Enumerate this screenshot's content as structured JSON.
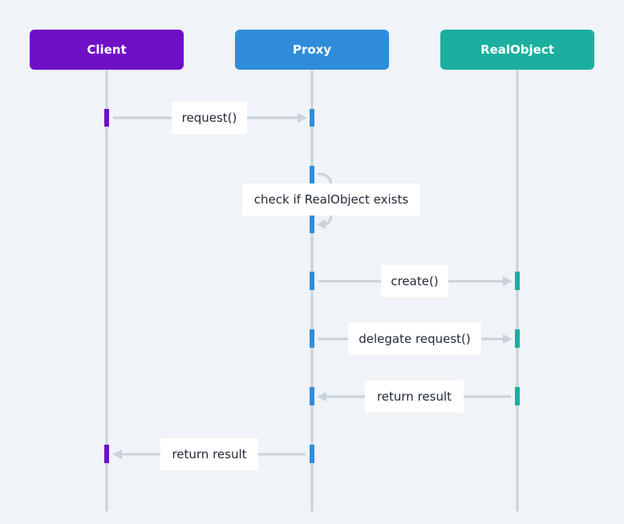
{
  "actors": [
    {
      "name": "Client",
      "color": "#6f10c7"
    },
    {
      "name": "Proxy",
      "color": "#2f8cdb"
    },
    {
      "name": "RealObject",
      "color": "#1aaf9e"
    }
  ],
  "messages": [
    {
      "label": "request()",
      "from": "Client",
      "to": "Proxy",
      "type": "call"
    },
    {
      "label": "check if RealObject exists",
      "from": "Proxy",
      "to": "Proxy",
      "type": "self"
    },
    {
      "label": "create()",
      "from": "Proxy",
      "to": "RealObject",
      "type": "call"
    },
    {
      "label": "delegate request()",
      "from": "Proxy",
      "to": "RealObject",
      "type": "call"
    },
    {
      "label": "return result",
      "from": "RealObject",
      "to": "Proxy",
      "type": "return"
    },
    {
      "label": "return result",
      "from": "Proxy",
      "to": "Client",
      "type": "return"
    }
  ],
  "colors": {
    "background": "#f0f3f7",
    "lifeline": "#c9d2da",
    "arrow": "#c9d2da",
    "label_bg": "#ffffff",
    "label_text": "#1f2937"
  }
}
